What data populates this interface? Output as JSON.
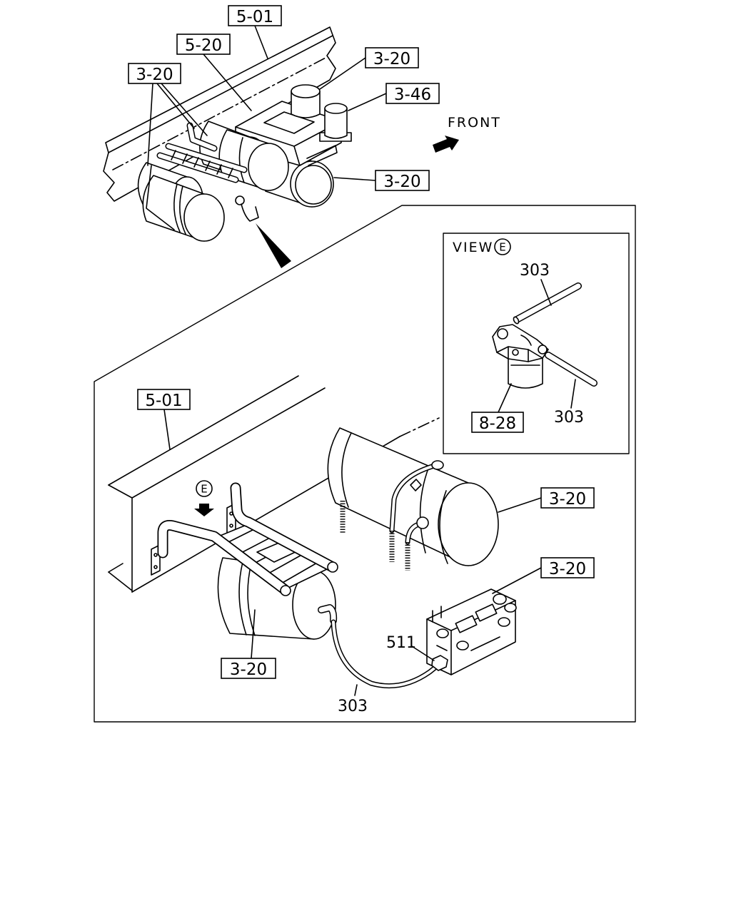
{
  "colors": {
    "line": "#000000",
    "background": "#ffffff"
  },
  "icons": {
    "front_arrow": "arrow-up-right-icon",
    "view_arrow": "arrow-down-icon",
    "detail_pointer": "wedge-pointer-icon"
  },
  "overview": {
    "callouts": {
      "rail": "5-01",
      "tank_bracket": "5-20",
      "left_tanks": "3-20",
      "upper_tank": "3-20",
      "dryer": "3-46",
      "right_tank": "3-20"
    },
    "front_label": "FRONT"
  },
  "detail": {
    "callouts": {
      "rail": "5-01",
      "large_tank": "3-20",
      "valve_block": "3-20",
      "small_tank": "3-20"
    },
    "view_marker": "E",
    "part_numbers": {
      "fitting": "511",
      "pipe": "303"
    }
  },
  "view_e": {
    "title": "VIEW",
    "marker": "E",
    "part_numbers": {
      "pipe_upper": "303",
      "pipe_lower": "303"
    },
    "callouts": {
      "filter": "8-28"
    }
  }
}
